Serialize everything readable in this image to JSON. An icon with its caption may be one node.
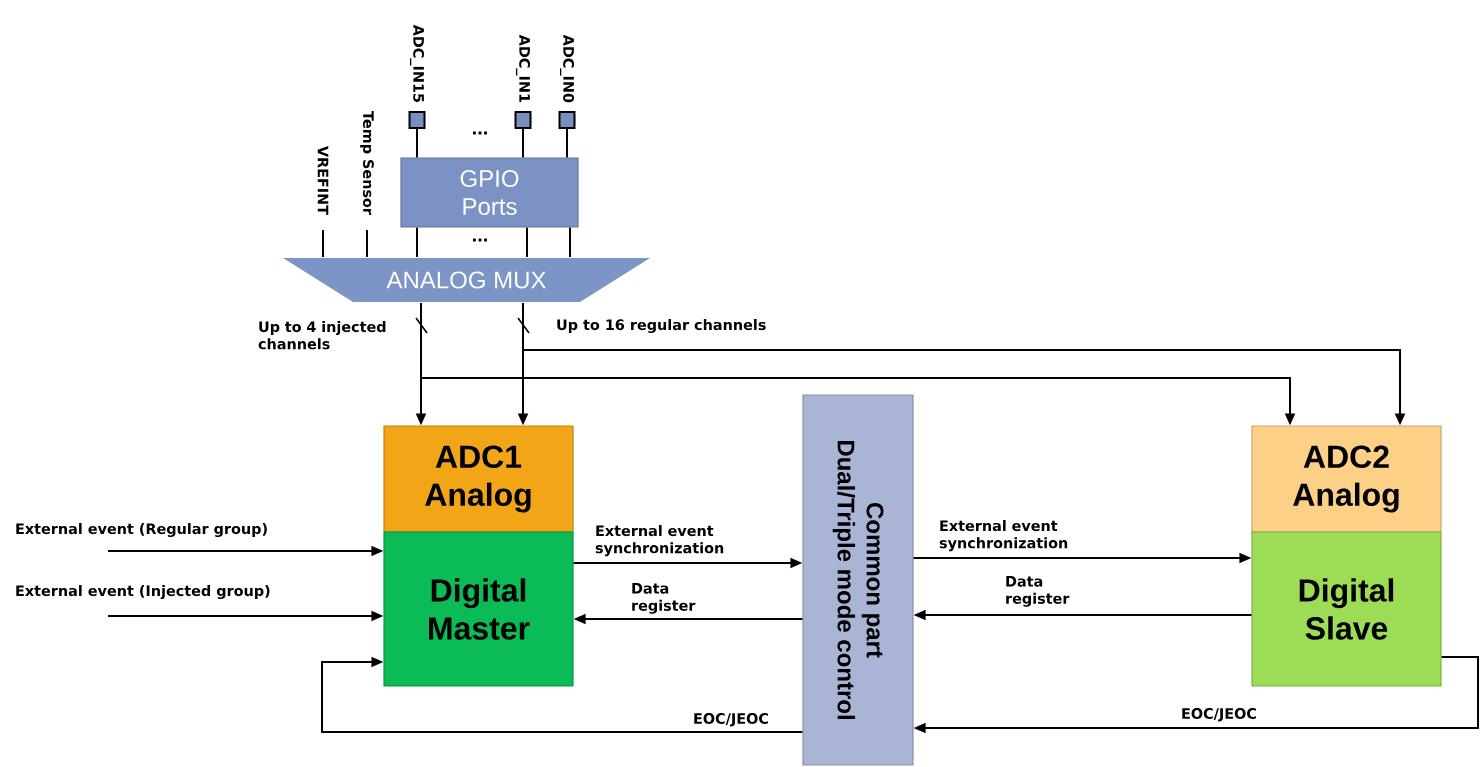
{
  "diagram": {
    "nodes": [
      {
        "text": [
          "ADC_IN15"
        ]
      },
      {
        "text": [
          "ADC_IN1"
        ]
      },
      {
        "text": [
          "ADC_IN0"
        ]
      },
      {
        "text": [
          "GPIO Ports"
        ]
      },
      {
        "text": [
          "ANALOG MUX"
        ]
      },
      {
        "text": [
          "VREFINT"
        ]
      },
      {
        "text": [
          "Temp Sensor"
        ]
      },
      {
        "text": [
          "ADC1 Analog"
        ]
      },
      {
        "text": [
          "Digital Master"
        ]
      },
      {
        "text": [
          "Common part",
          "Dual/Triple mode control"
        ]
      },
      {
        "text": [
          "ADC2 Analog"
        ]
      },
      {
        "text": [
          "Digital Slave"
        ]
      }
    ],
    "edges": [
      {
        "from": 0,
        "to": 3,
        "arrow": "none"
      },
      {
        "from": 1,
        "to": 3,
        "arrow": "none"
      },
      {
        "from": 2,
        "to": 3,
        "arrow": "none"
      },
      {
        "from": 3,
        "to": 4,
        "arrow": "none"
      },
      {
        "from": 3,
        "to": 4,
        "arrow": "none"
      },
      {
        "from": 3,
        "to": 4,
        "arrow": "none"
      },
      {
        "from": 5,
        "to": 4,
        "arrow": "none"
      },
      {
        "from": 6,
        "to": 4,
        "arrow": "none"
      },
      {
        "from": 4,
        "to": 7,
        "arrow": "to",
        "label": "Up to 4 injected channels"
      },
      {
        "from": 4,
        "to": 7,
        "arrow": "to",
        "label": "Up to 16 regular channels"
      },
      {
        "from": 4,
        "to": 10,
        "arrow": "to"
      },
      {
        "from": 4,
        "to": 10,
        "arrow": "to"
      },
      {
        "from": null,
        "to": 8,
        "arrow": "to",
        "label": "External event (Regular group)"
      },
      {
        "from": null,
        "to": 8,
        "arrow": "to",
        "label": "External event (Injected group)"
      },
      {
        "from": 8,
        "to": 9,
        "arrow": "to",
        "label": "External event synchronization"
      },
      {
        "from": 9,
        "to": 8,
        "arrow": "to",
        "label": "Data register"
      },
      {
        "from": 9,
        "to": 11,
        "arrow": "to",
        "label": "External event synchronization"
      },
      {
        "from": 11,
        "to": 9,
        "arrow": "to",
        "label": "Data register"
      },
      {
        "from": 9,
        "to": 8,
        "arrow": "to",
        "label": "EOC/JEOC"
      },
      {
        "from": 11,
        "to": 9,
        "arrow": "to",
        "label": "EOC/JEOC"
      }
    ],
    "labels": [
      "...",
      "..."
    ]
  }
}
